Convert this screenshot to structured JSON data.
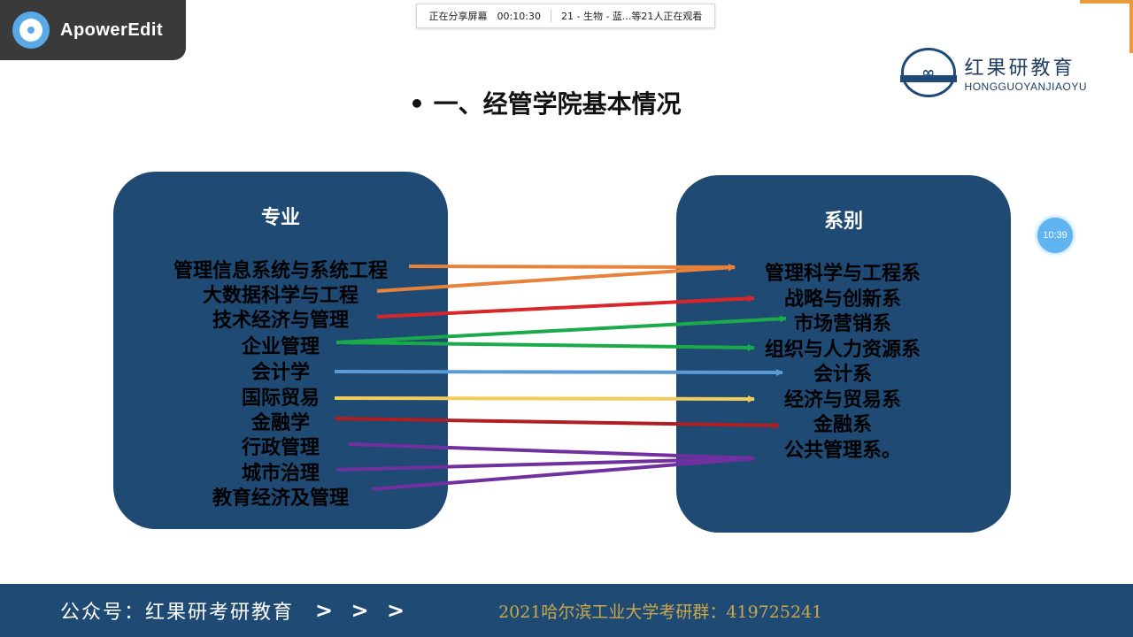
{
  "app": {
    "name": "ApowerEdit"
  },
  "share_bar": {
    "status": "正在分享屏幕",
    "timer": "00:10:30",
    "viewers": "21 - 生物 - 蓝...等21人正在观看"
  },
  "brand": {
    "cn": "红果研教育",
    "en": "HONGGUOYANJIAOYU"
  },
  "slide": {
    "title": "• 一、经管学院基本情况",
    "left_heading": "专业",
    "right_heading": "系别",
    "majors": [
      "管理信息系统与系统工程",
      "大数据科学与工程",
      "技术经济与管理",
      "企业管理",
      "会计学",
      "国际贸易",
      "金融学",
      "行政管理",
      "城市治理",
      "教育经济及管理"
    ],
    "departments": [
      "管理科学与工程系",
      "战略与创新系",
      "市场营销系",
      "组织与人力资源系",
      "会计系",
      "经济与贸易系",
      "金融系",
      "公共管理系。"
    ]
  },
  "arrow_colors": {
    "orange": "#e8823a",
    "red": "#d9262b",
    "green": "#1aaa4a",
    "blue": "#5b9bd5",
    "yellow": "#f2cc5a",
    "darkred": "#b01e22",
    "purple": "#7030a0"
  },
  "clock_badge": "10:39",
  "footer": {
    "left": "公众号：红果研考研教育",
    "chevrons": "> > >",
    "right": "2021哈尔滨工业大学考研群：419725241"
  }
}
